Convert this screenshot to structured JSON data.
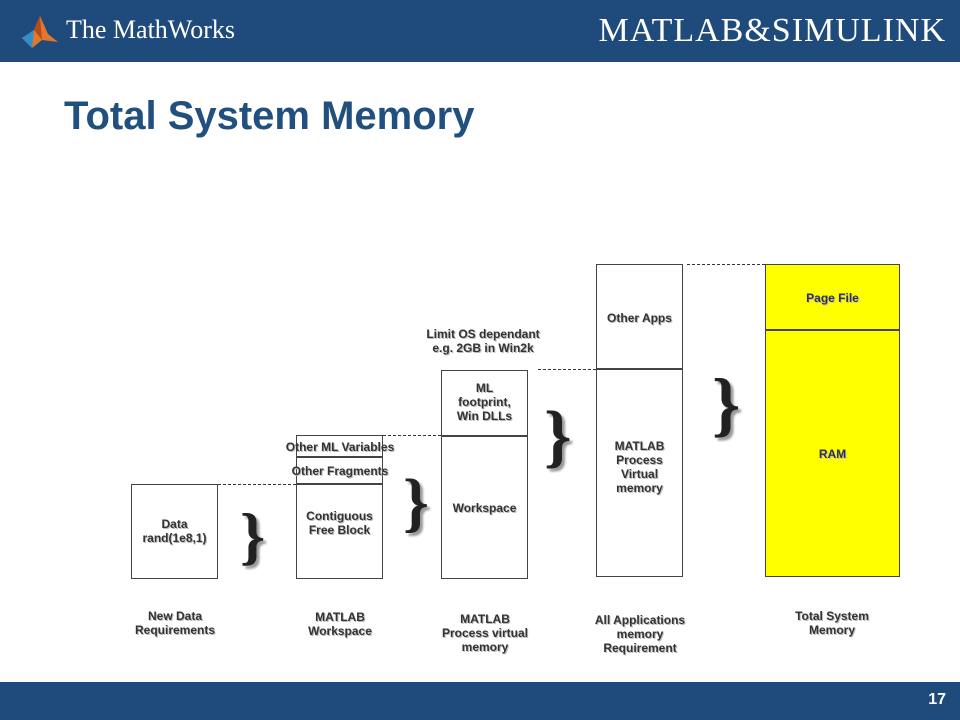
{
  "header": {
    "company": "The MathWorks",
    "brand": "MATLAB&SIMULINK"
  },
  "slide": {
    "title": "Total System Memory",
    "page_number": "17"
  },
  "columns": [
    {
      "caption": "New Data\nRequirements"
    },
    {
      "caption": "MATLAB\nWorkspace"
    },
    {
      "caption": "MATLAB\nProcess virtual\nmemory"
    },
    {
      "caption": "All Applications\nmemory\nRequirement"
    },
    {
      "caption": "Total System\nMemory"
    }
  ],
  "blocks": {
    "data": "Data\nrand(1e8,1)",
    "other_ml_variables": "Other ML Variables",
    "other_fragments": "Other Fragments",
    "contiguous_free_block": "Contiguous\nFree Block",
    "ml_footprint": "ML\nfootprint,\nWin DLLs",
    "workspace": "Workspace",
    "other_apps": "Other Apps",
    "matlab_process_virtual": "MATLAB\nProcess\nVirtual\nmemory",
    "page_file": "Page File",
    "ram": "RAM"
  },
  "annotations": {
    "limit_os": "Limit OS dependant\ne.g. 2GB in Win2k"
  },
  "colors": {
    "header_bar": "#1f4b7c",
    "title": "#21507f",
    "memory_fill": "#ffff00"
  }
}
